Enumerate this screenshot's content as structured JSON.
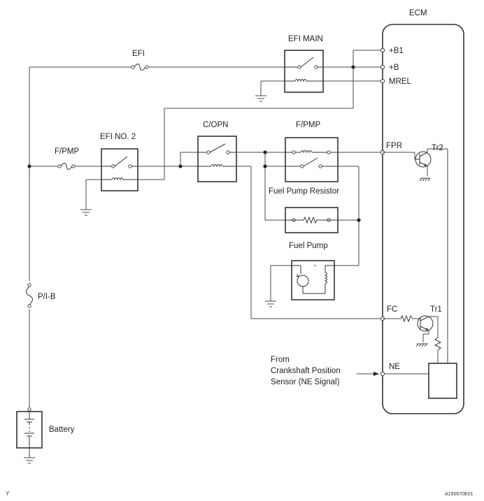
{
  "labels": {
    "ecm": "ECM",
    "efi": "EFI",
    "efi_main": "EFI MAIN",
    "pin_b1": "+B1",
    "pin_b": "+B",
    "pin_mrel": "MREL",
    "c_opn": "C/OPN",
    "f_pmp_relay": "F/PMP",
    "efi_no2": "EFI NO. 2",
    "f_pmp_fuse": "F/PMP",
    "pin_fpr": "FPR",
    "tr2": "Tr2",
    "fuel_pump_resistor": "Fuel Pump Resistor",
    "fuel_pump": "Fuel Pump",
    "p_i_b": "P/I-B",
    "pin_fc": "FC",
    "tr1": "Tr1",
    "from_line1": "From",
    "from_line2": "Crankshaft Position",
    "from_line3": "Sensor (NE Signal)",
    "pin_ne": "NE",
    "battery": "Battery",
    "corner_mark": "Y",
    "figure_code": "A150670E01"
  }
}
